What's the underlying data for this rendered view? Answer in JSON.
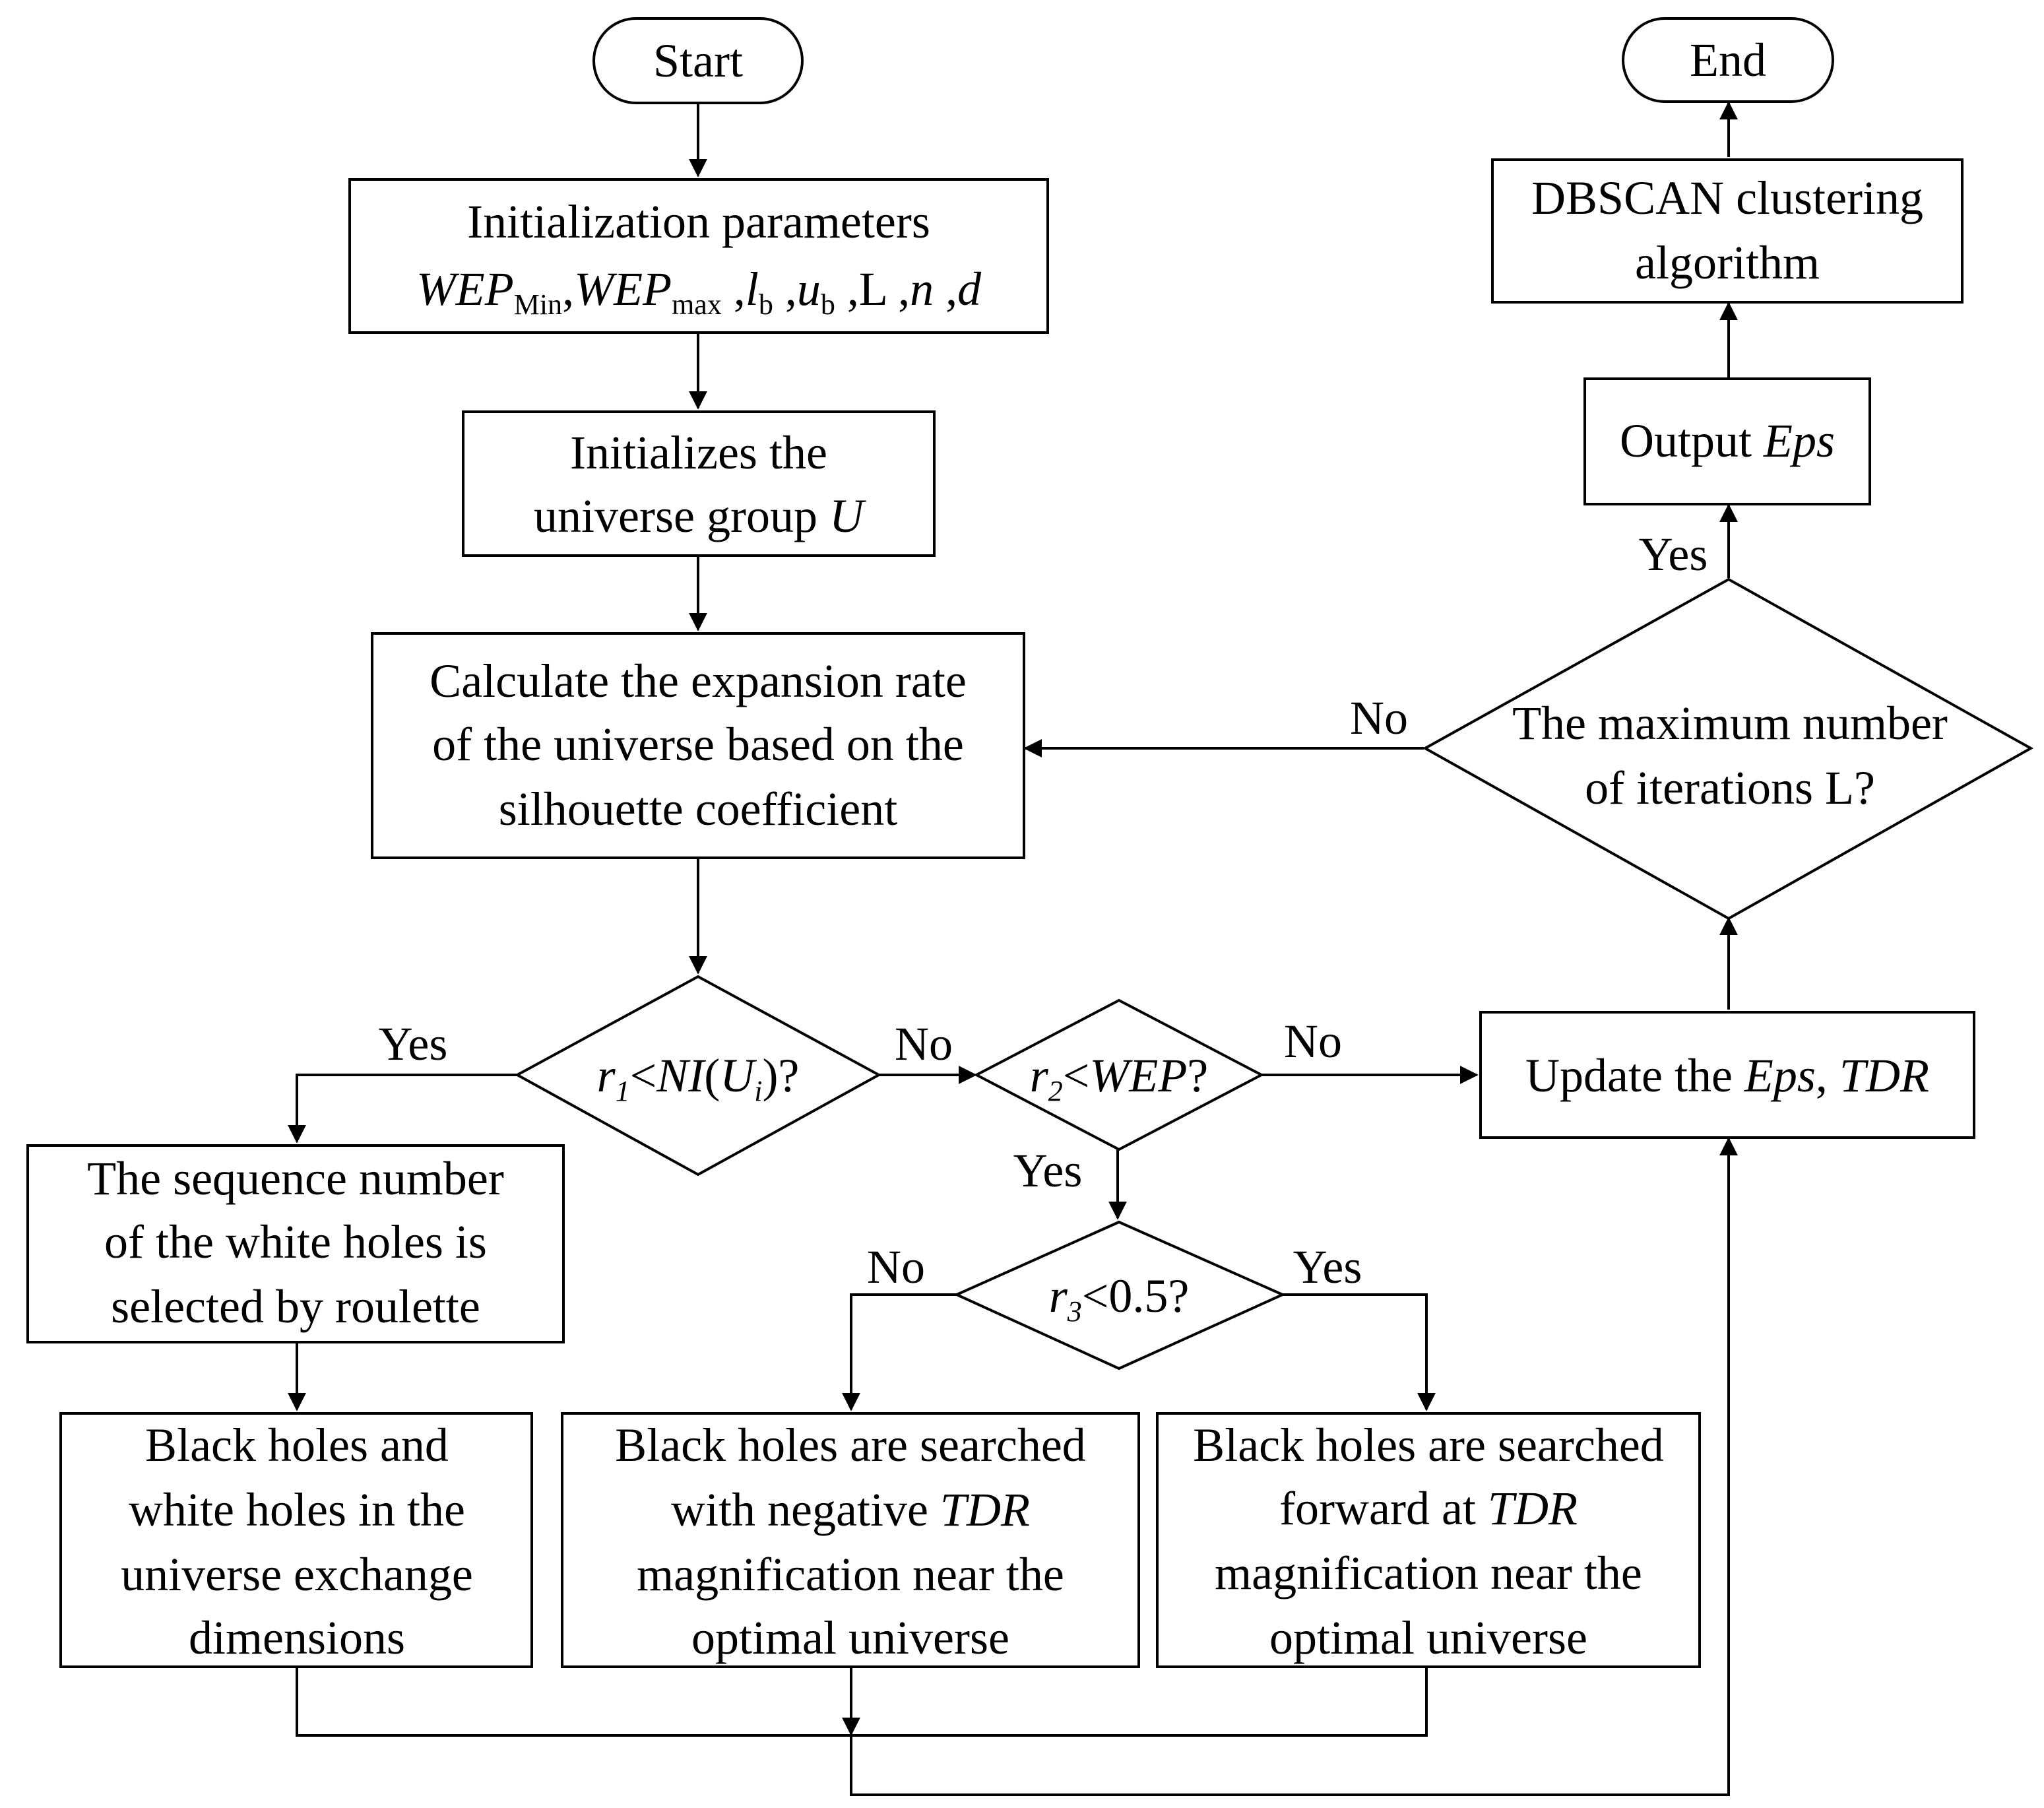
{
  "start": {
    "label": "Start"
  },
  "end": {
    "label": "End"
  },
  "init_params": {
    "line1": "Initialization parameters",
    "wep": "WEP",
    "min_sub": "Min",
    "max_sub": "max",
    "l": "l",
    "b_sub": "b",
    "u": "u",
    "L": "L",
    "n": "n",
    "d": "d"
  },
  "init_universe": {
    "line1": "Initializes the",
    "line2": "universe group",
    "var": "U"
  },
  "expansion": {
    "line1": "Calculate the expansion rate",
    "line2": "of the universe based on the",
    "line3": "silhouette coefficient"
  },
  "decision_r1": {
    "r": "r",
    "sub": "1",
    "lt": "<",
    "ni": "NI",
    "open": "(",
    "u": "U",
    "usub": "i",
    "close": ")?"
  },
  "decision_r2": {
    "r": "r",
    "sub": "2",
    "lt": "<",
    "wep": "WEP",
    "q": "?"
  },
  "decision_r3": {
    "r": "r",
    "sub": "3",
    "rest": "<0.5?"
  },
  "decision_max": {
    "line1": "The maximum number",
    "line2": "of iterations L?"
  },
  "roulette": {
    "line1": "The sequence number",
    "line2": "of the white holes is",
    "line3": "selected by roulette"
  },
  "exchange": {
    "line1": "Black holes and",
    "line2": "white holes in the",
    "line3": "universe exchange",
    "line4": "dimensions"
  },
  "negative": {
    "line1": "Black holes are searched",
    "line2a": "with negative",
    "line2b": "TDR",
    "line3": "magnification near the",
    "line4": "optimal universe"
  },
  "forward": {
    "line1": "Black holes are searched",
    "line2a": "forward at",
    "line2b": "TDR",
    "line3": "magnification near the",
    "line4": "optimal universe"
  },
  "update": {
    "prefix": "Update the",
    "eps": "Eps",
    "comma": ",",
    "tdr": "TDR"
  },
  "output": {
    "prefix": "Output",
    "eps": "Eps"
  },
  "dbscan": {
    "line1": "DBSCAN clustering",
    "line2": "algorithm"
  },
  "edge_labels": {
    "r1_yes": "Yes",
    "r1_no": "No",
    "r2_no": "No",
    "r2_yes": "Yes",
    "r3_no": "No",
    "r3_yes": "Yes",
    "max_no": "No",
    "max_yes": "Yes"
  }
}
